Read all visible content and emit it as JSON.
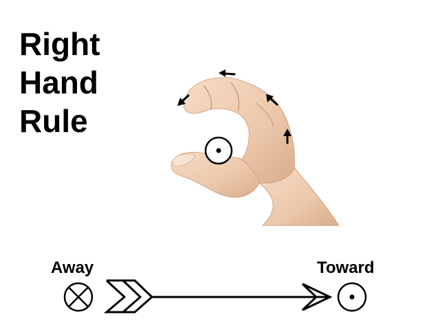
{
  "title": {
    "lines": [
      "Right",
      "Hand",
      "Rule"
    ]
  },
  "legend": {
    "away_label": "Away",
    "toward_label": "Toward"
  },
  "colors": {
    "ink": "#000000",
    "background": "#ffffff",
    "skin": "#efcfb4",
    "skin_shadow": "#d9ab8b"
  },
  "icons": {
    "away": "circled-x-icon",
    "toward": "circled-dot-icon",
    "current": "circled-dot-icon",
    "curl": "curl-arrow-icon"
  }
}
